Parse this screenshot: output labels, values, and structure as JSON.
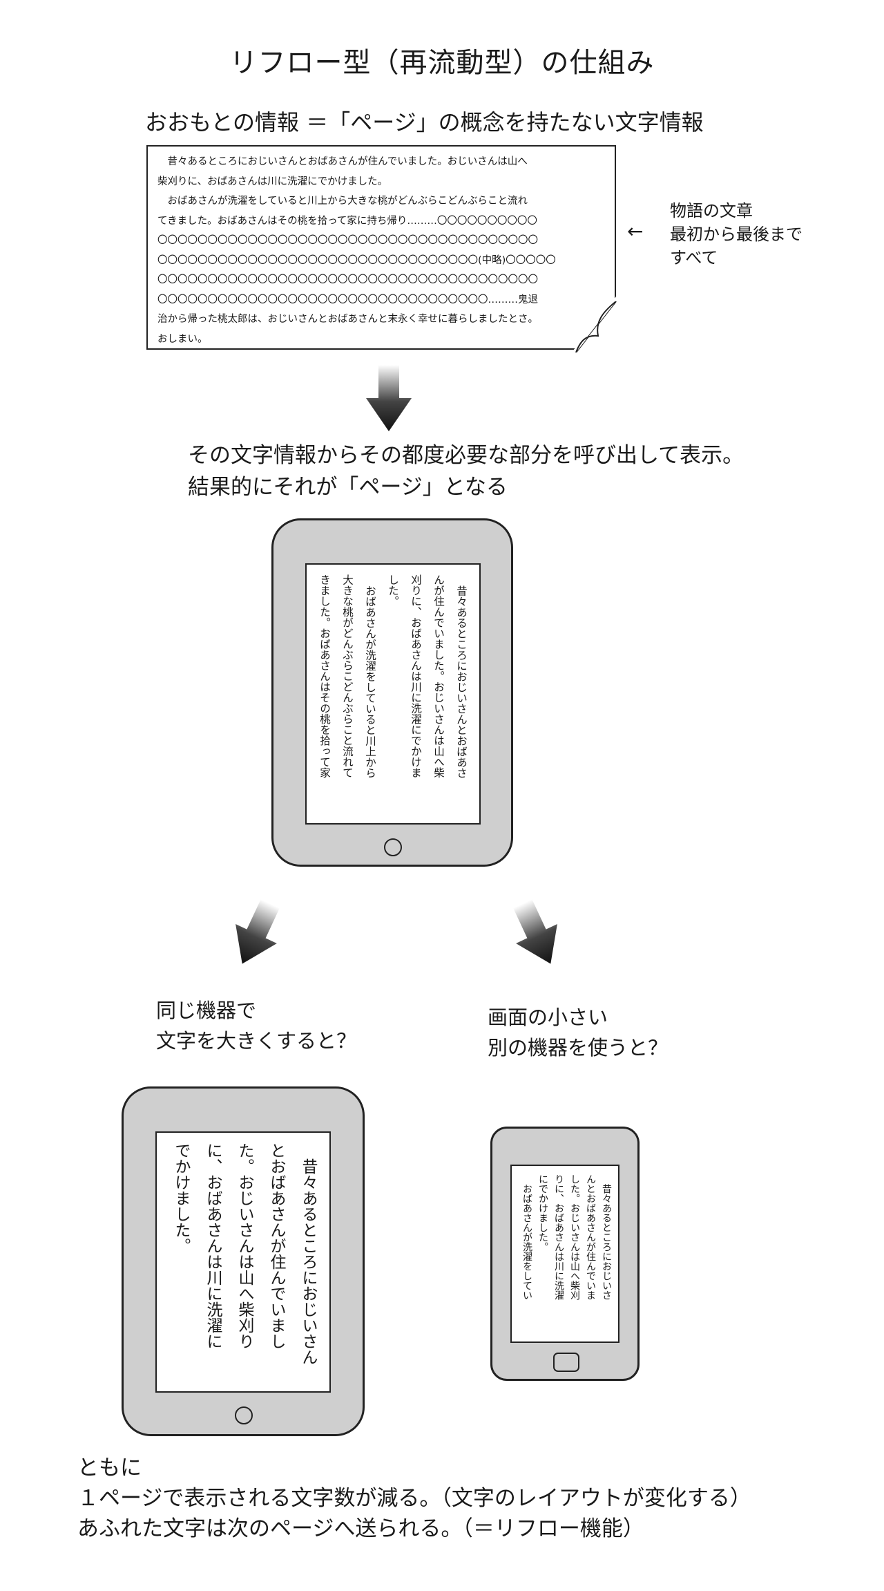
{
  "title": "リフロー型（再流動型）の仕組み",
  "subtitle": "おおもとの情報 ＝「ページ」の概念を持たない文字情報",
  "document": {
    "lines": [
      "昔々あるところにおじいさんとおばあさんが住んでいました。おじいさんは山へ",
      "柴刈りに、おばあさんは川に洗濯にでかけました。",
      "おばあさんが洗濯をしていると川上から大きな桃がどんぶらこどんぶらこと流れ",
      "てきました。おばあさんはその桃を拾って家に持ち帰り………〇〇〇〇〇〇〇〇〇〇",
      "〇〇〇〇〇〇〇〇〇〇〇〇〇〇〇〇〇〇〇〇〇〇〇〇〇〇〇〇〇〇〇〇〇〇〇〇〇〇",
      "〇〇〇〇〇〇〇〇〇〇〇〇〇〇〇〇〇〇〇〇〇〇〇〇〇〇〇〇〇〇〇〇(中略)〇〇〇〇〇",
      "〇〇〇〇〇〇〇〇〇〇〇〇〇〇〇〇〇〇〇〇〇〇〇〇〇〇〇〇〇〇〇〇〇〇〇〇〇〇",
      "〇〇〇〇〇〇〇〇〇〇〇〇〇〇〇〇〇〇〇〇〇〇〇〇〇〇〇〇〇〇〇〇〇………鬼退",
      "治から帰った桃太郎は、おじいさんとおばあさんと末永く幸せに暮らしましたとさ。",
      "おしまい。"
    ]
  },
  "note": {
    "arrow": "←",
    "lines": [
      "物語の文章",
      "最初から最後まで",
      "すべて"
    ]
  },
  "caption2": {
    "lines": [
      "その文字情報からその都度必要な部分を呼び出して表示。",
      "結果的にそれが「ページ」となる"
    ]
  },
  "tablet_main": {
    "lines": [
      "昔々あるところにおじいさんとおばあさ",
      "んが住んでいました。おじいさんは山へ柴",
      "刈りに、おばあさんは川に洗濯にでかけま",
      "した。",
      "おばあさんが洗濯をしていると川上から",
      "大きな桃がどんぶらこどんぶらこと流れて",
      "きました。おばあさんはその桃を拾って家"
    ]
  },
  "branch_left": {
    "lines": [
      "同じ機器で",
      "文字を大きくすると？"
    ]
  },
  "branch_right": {
    "lines": [
      "画面の小さい",
      "別の機器を使うと？"
    ]
  },
  "tablet_large": {
    "lines": [
      "昔々あるところにおじいさん",
      "とおばあさんが住んでいまし",
      "た。おじいさんは山へ柴刈り",
      "に、おばあさんは川に洗濯に",
      "でかけました。"
    ]
  },
  "phone": {
    "lines": [
      "昔々あるところにおじいさ",
      "んとおばあさんが住んでいま",
      "した。おじいさんは山へ柴刈",
      "りに、おばあさんは川に洗濯",
      "にでかけました。",
      "おばあさんが洗濯をしてい"
    ]
  },
  "footer": {
    "lines": [
      "ともに",
      "１ページで表示される文字数が減る。（文字のレイアウトが変化する）",
      "あふれた文字は次のページへ送られる。（＝リフロー機能）"
    ]
  }
}
